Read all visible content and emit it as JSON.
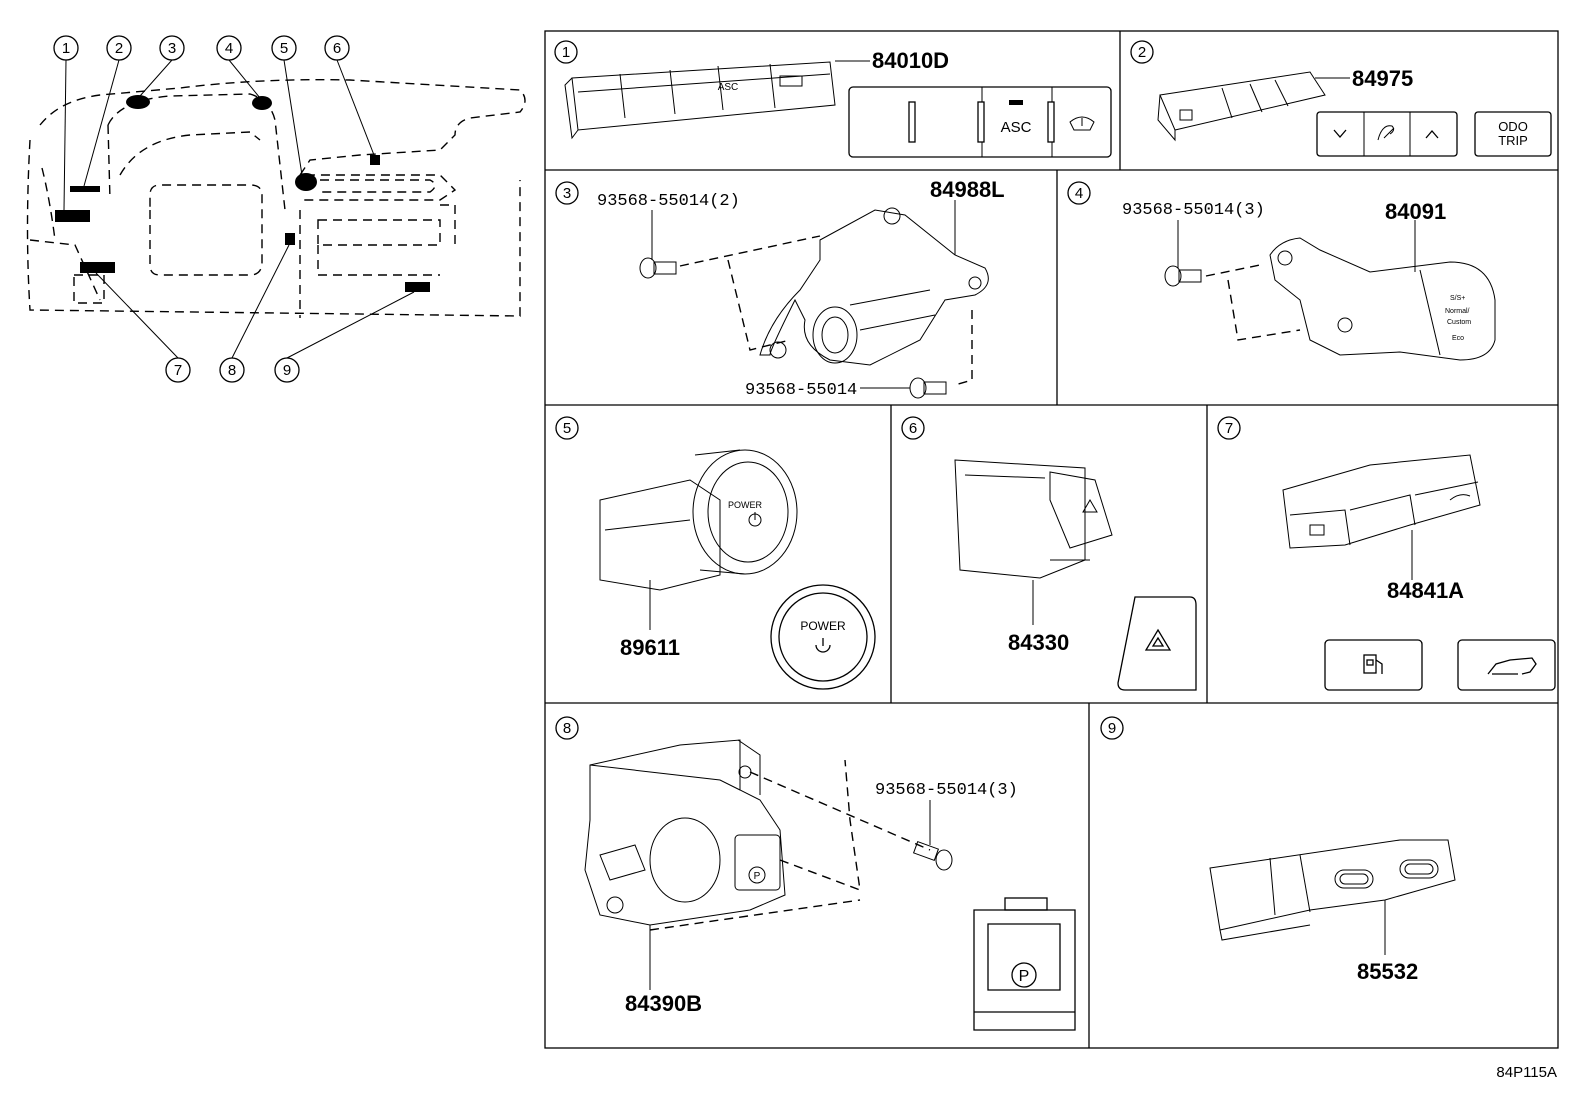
{
  "callouts": [
    "1",
    "2",
    "3",
    "4",
    "5",
    "6",
    "7",
    "8",
    "9"
  ],
  "panels": [
    {
      "num": "1",
      "parts": [
        "84010D"
      ],
      "button_labels": [
        "ASC"
      ]
    },
    {
      "num": "2",
      "parts": [
        "84975"
      ],
      "button_labels": [
        "ODO",
        "TRIP"
      ]
    },
    {
      "num": "3",
      "parts": [
        "84988L"
      ],
      "bolts": [
        "93568-55014(2)",
        "93568-55014"
      ]
    },
    {
      "num": "4",
      "parts": [
        "84091"
      ],
      "bolts": [
        "93568-55014(3)"
      ],
      "knob_text": [
        "S/S+",
        "Normal/",
        "Custom",
        "Eco"
      ]
    },
    {
      "num": "5",
      "parts": [
        "89611"
      ],
      "button_labels": [
        "POWER"
      ]
    },
    {
      "num": "6",
      "parts": [
        "84330"
      ]
    },
    {
      "num": "7",
      "parts": [
        "84841A"
      ]
    },
    {
      "num": "8",
      "parts": [
        "84390B"
      ],
      "bolts": [
        "93568-55014(3)"
      ],
      "button_labels": [
        "P"
      ]
    },
    {
      "num": "9",
      "parts": [
        "85532"
      ]
    }
  ],
  "diagram_code": "84P115A",
  "icons": [
    "circle-number-icon",
    "parking-brake-icon",
    "hazard-icon",
    "power-icon",
    "fuel-door-icon",
    "vehicle-icon",
    "wiper-icon"
  ]
}
